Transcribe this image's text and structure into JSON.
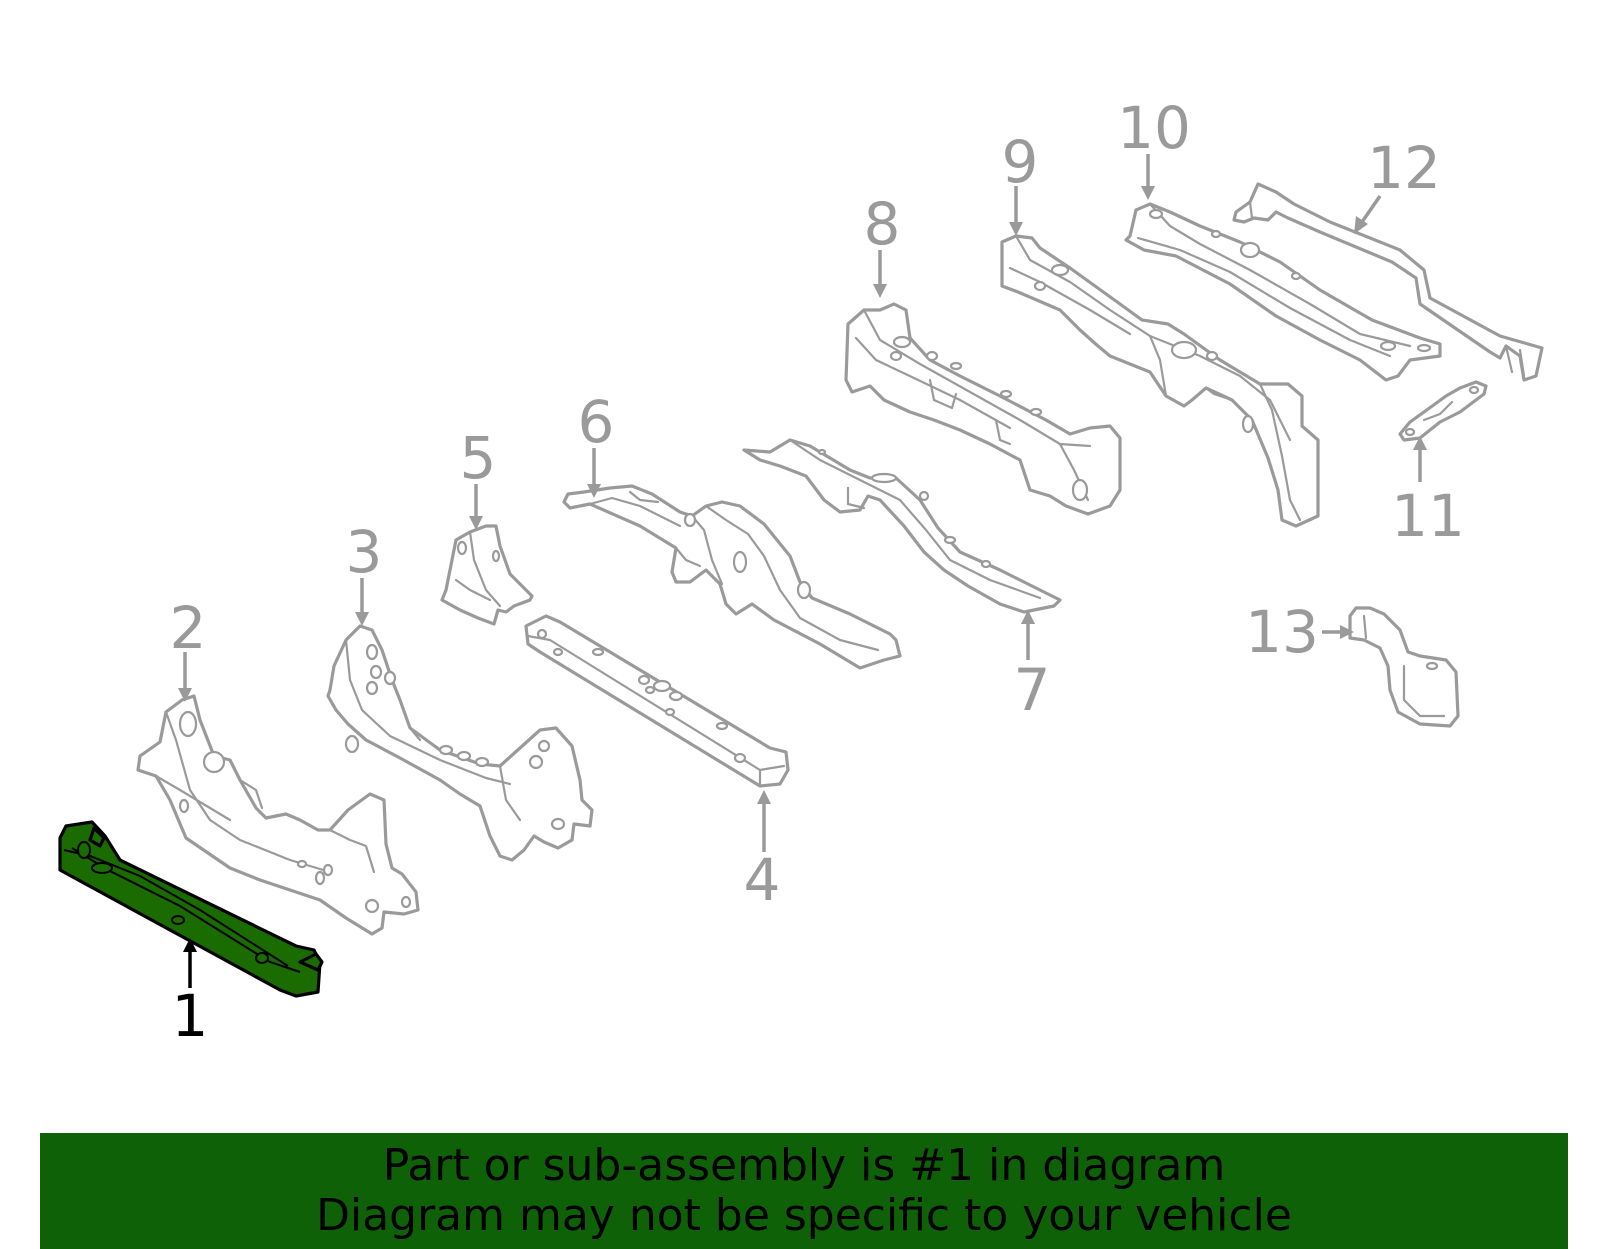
{
  "callouts": {
    "c1": "1",
    "c2": "2",
    "c3": "3",
    "c4": "4",
    "c5": "5",
    "c6": "6",
    "c7": "7",
    "c8": "8",
    "c9": "9",
    "c10": "10",
    "c11": "11",
    "c12": "12",
    "c13": "13"
  },
  "banner": {
    "line1": "Part or sub-assembly is #1 in diagram",
    "line2": "Diagram may not be specific to your vehicle"
  },
  "colors": {
    "highlight_part": "#1a6b00",
    "banner_bg": "#0f6108",
    "outline": "#9a9a9a"
  }
}
